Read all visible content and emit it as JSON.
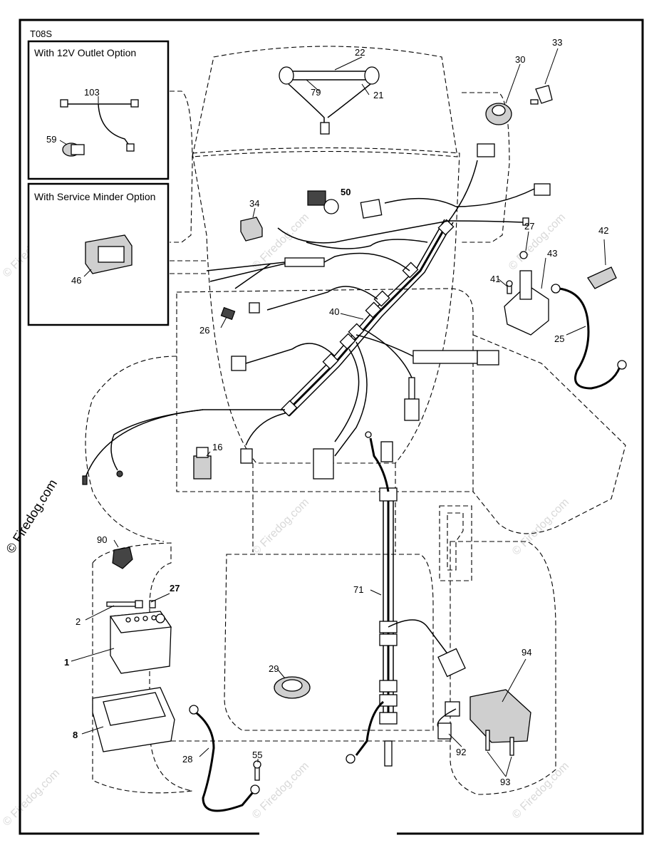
{
  "diagram_code": "T08S",
  "insets": {
    "outlet_option": "With 12V Outlet Option",
    "service_minder_option": "With Service Minder Option"
  },
  "watermarks": {
    "primary": "© Firedog.com",
    "secondary": "© Firedog.com"
  },
  "part_labels": {
    "p1": "1",
    "p2": "2",
    "p8": "8",
    "p16": "16",
    "p21": "21",
    "p22": "22",
    "p25": "25",
    "p26": "26",
    "p27a": "27",
    "p27b": "27",
    "p28": "28",
    "p29": "29",
    "p30": "30",
    "p33": "33",
    "p34": "34",
    "p40": "40",
    "p41": "41",
    "p42": "42",
    "p43": "43",
    "p46": "46",
    "p50": "50",
    "p55": "55",
    "p59": "59",
    "p71": "71",
    "p79": "79",
    "p90": "90",
    "p92": "92",
    "p93": "93",
    "p94": "94",
    "p103": "103"
  }
}
